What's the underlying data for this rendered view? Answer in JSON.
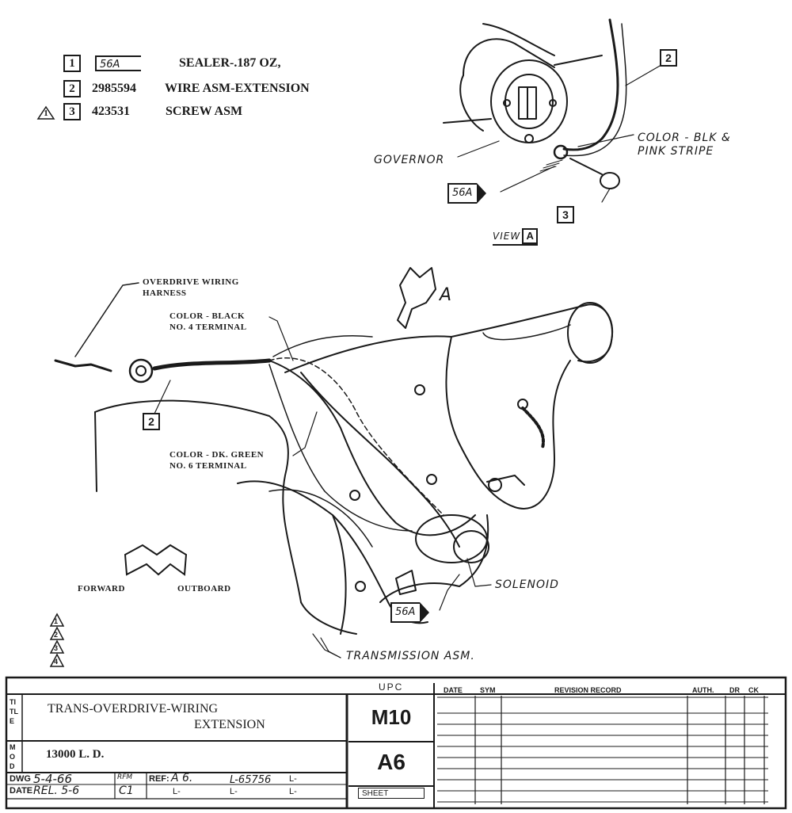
{
  "legend": [
    {
      "num": "1",
      "part": "56A",
      "desc": "SEALER-.187 OZ,",
      "note": ""
    },
    {
      "num": "2",
      "part": "2985594",
      "desc": "WIRE ASM-EXTENSION",
      "note": ""
    },
    {
      "num": "3",
      "part": "423531",
      "desc": "SCREW ASM",
      "note": "1"
    }
  ],
  "view_a": {
    "callout_2": "2",
    "callout_3": "3",
    "color_label_line1": "COLOR - BLK &",
    "color_label_line2": "PINK STRIPE",
    "governor": "GOVERNOR",
    "sealer_tag": "56A",
    "view_label": "VIEW",
    "view_letter": "A"
  },
  "main": {
    "harness_line1": "OVERDRIVE WIRING",
    "harness_line2": "HARNESS",
    "black_line1": "COLOR - BLACK",
    "black_line2": "NO. 4 TERMINAL",
    "green_line1": "COLOR - DK. GREEN",
    "green_line2": "NO. 6 TERMINAL",
    "callout_2": "2",
    "view_arrow_letter": "A",
    "solenoid": "SOLENOID",
    "sealer_tag": "56A",
    "transmission": "TRANSMISSION ASM.",
    "forward": "FORWARD",
    "outboard": "OUTBOARD",
    "revision_marks": [
      "1",
      "2",
      "3",
      "4"
    ]
  },
  "title_block": {
    "title_marker": "TITLE",
    "title_line1": "TRANS-OVERDRIVE-WIRING",
    "title_line2": "EXTENSION",
    "mod_marker": "MOD",
    "mod_value": "13000 L. D.",
    "dwg_label": "DWG",
    "dwg_value": "5-4-66",
    "date_label": "DATE",
    "date_value": "REL. 5-6",
    "rfm_label": "RFM",
    "ci_value": "C1",
    "ref_label": "REF:",
    "ref_value": "A 6.",
    "l_number": "L-65756",
    "l_blank": "L-",
    "upc_label": "UPC",
    "upc_code": "M10",
    "section_code": "A6",
    "sheet_label": "SHEET",
    "rev_headers": {
      "date": "DATE",
      "sym": "SYM",
      "record": "REVISION RECORD",
      "auth": "AUTH.",
      "dr": "DR",
      "ck": "CK"
    }
  }
}
